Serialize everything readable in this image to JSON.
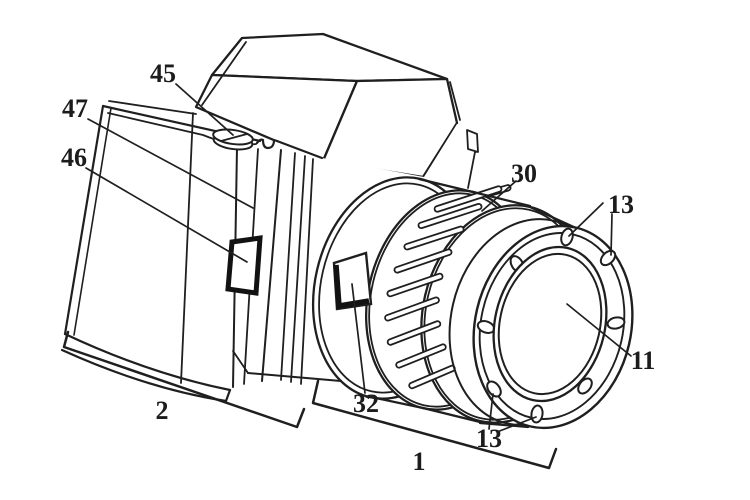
{
  "figure": {
    "title": "camera patent line drawing",
    "background_color": "#ffffff",
    "line_color": "#1f1f1f",
    "labels": [
      {
        "text": "45",
        "target": "top-dial"
      },
      {
        "text": "47",
        "target": "camera-body-panel"
      },
      {
        "text": "46",
        "target": "body-window"
      },
      {
        "text": "30",
        "target": "ribbed-grip-ring"
      },
      {
        "text": "13",
        "target": "upper-screws"
      },
      {
        "text": "11",
        "target": "lens-glass"
      },
      {
        "text": "32",
        "target": "lens-window"
      },
      {
        "text": "13",
        "target": "lower-screws"
      },
      {
        "text": "2",
        "target": "camera-body-bracket"
      },
      {
        "text": "1",
        "target": "lens-assembly-bracket"
      }
    ]
  }
}
